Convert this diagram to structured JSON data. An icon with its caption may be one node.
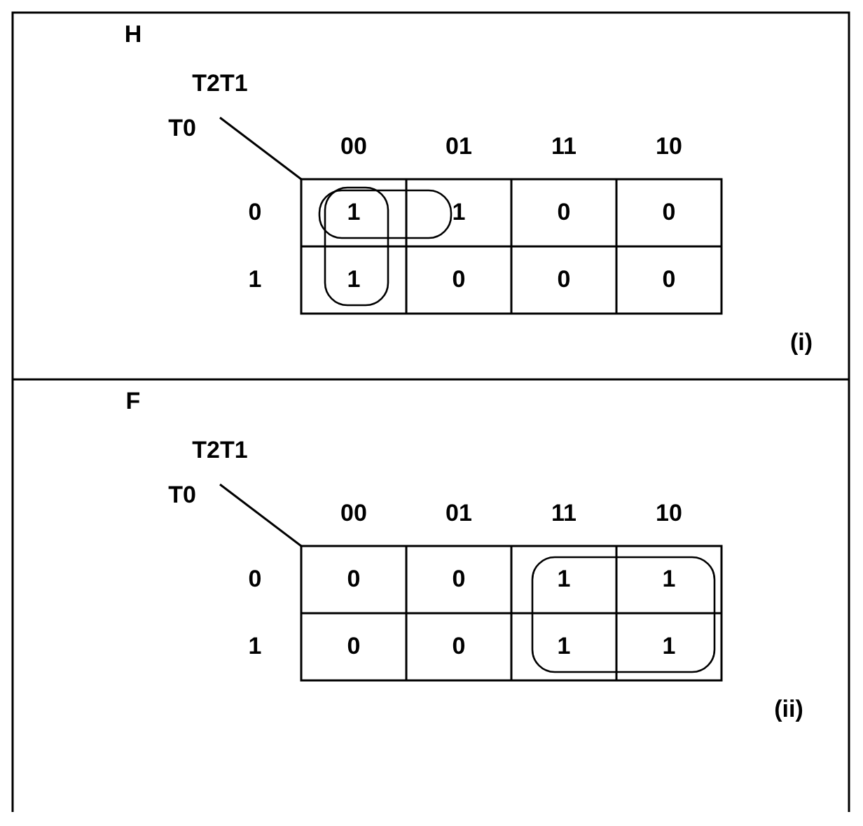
{
  "diagram": {
    "labels": [
      "H",
      "T2T1",
      "T0",
      "00",
      "01",
      "11",
      "10",
      "0",
      "1",
      "1",
      "0",
      "0",
      "1",
      "1",
      "0",
      "0",
      "0",
      "(i)",
      "F",
      "T2T1",
      "T0",
      "00",
      "01",
      "11",
      "10",
      "0",
      "0",
      "0",
      "1",
      "1",
      "1",
      "0",
      "0",
      "1",
      "1",
      "(ii)"
    ]
  }
}
